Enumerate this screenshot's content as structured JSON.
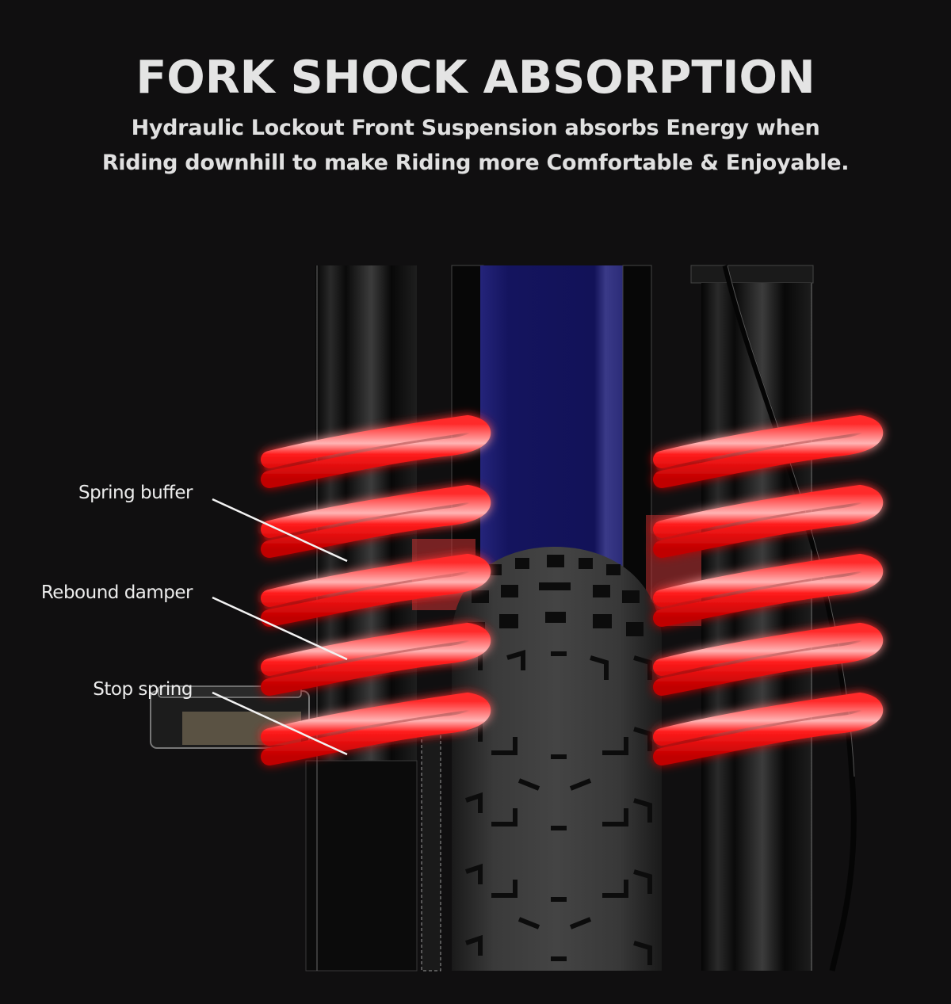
{
  "header": {
    "title": "FORK SHOCK ABSORPTION",
    "subtitle_line1": "Hydraulic Lockout Front Suspension absorbs Energy when",
    "subtitle_line2": "Riding downhill to make Riding more Comfortable & Enjoyable."
  },
  "callouts": [
    {
      "label": "Spring buffer"
    },
    {
      "label": "Rebound damper"
    },
    {
      "label": "Stop spring"
    }
  ],
  "colors": {
    "background": "#100f10",
    "text": "#e4e4e4",
    "spring_glow": "#ff1a1a",
    "head_tube": "#1c1c6e",
    "tire": "#3a3a3a"
  }
}
